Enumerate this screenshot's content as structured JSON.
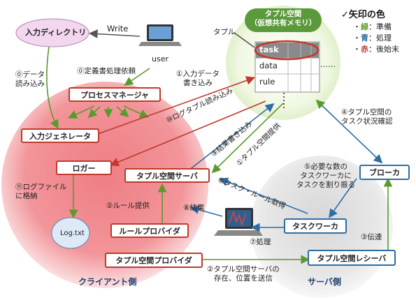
{
  "colors": {
    "green": "#5a9a2e",
    "blue": "#2e6da4",
    "red": "#c0392b"
  },
  "legend": {
    "title": "✓矢印の色",
    "items": [
      {
        "bullet": "・",
        "key": "緑",
        "sep": "：",
        "desc": "準備",
        "color": "#5a9a2e"
      },
      {
        "bullet": "・",
        "key": "青",
        "sep": "：",
        "desc": "処理",
        "color": "#2e6da4"
      },
      {
        "bullet": "・",
        "key": "赤",
        "sep": "：",
        "desc": "後始末",
        "color": "#c0392b"
      }
    ]
  },
  "nodes": {
    "input_dir": "入力ディレクトリ",
    "user": "user",
    "tuple_space_title": "タプル空間\n（仮想共有メモリ）",
    "tuple_label": "タプル",
    "rows": [
      "task",
      "data",
      "rule"
    ],
    "ellipsis": "……",
    "process_manager": "プロセスマネージャ",
    "input_generator": "入力ジェネレータ",
    "logger": "ロガー",
    "tuple_server": "タプル空間サーバ",
    "broker": "ブローカ",
    "rule_provider": "ルールプロバイダ",
    "task_worker": "タスクワーカ",
    "space_provider": "タプル空間プロバイダ",
    "space_receiver": "タプル空間レシーバ",
    "log_file": "Log.txt",
    "client_side": "クライアント側",
    "server_side": "サーバ側"
  },
  "edges": {
    "write": "Write",
    "e0_data": "⓪データ\n読み込み",
    "e0_def": "⓪定義書処理依頼",
    "e1_input": "①入力データ\n書き込み",
    "e10": "⑩ログタプル読み込み",
    "e9": "⑨結果書き込み",
    "e1_provide": "①タプル空間提供",
    "e4": "④タプル空間の\nタスク状況確認",
    "e5": "⑤必要な数の\nタスクワーカに\nタスクを割り振る",
    "e6": "⑥タスク・ルール取得",
    "e11": "⑪ログファイル\nに格納",
    "e2_rule": "②ルール提供",
    "e8": "⑧結果",
    "e7": "⑦処理",
    "e3": "③伝達",
    "e2_send": "②タプル空間サーバの\n存在、位置を送信"
  }
}
